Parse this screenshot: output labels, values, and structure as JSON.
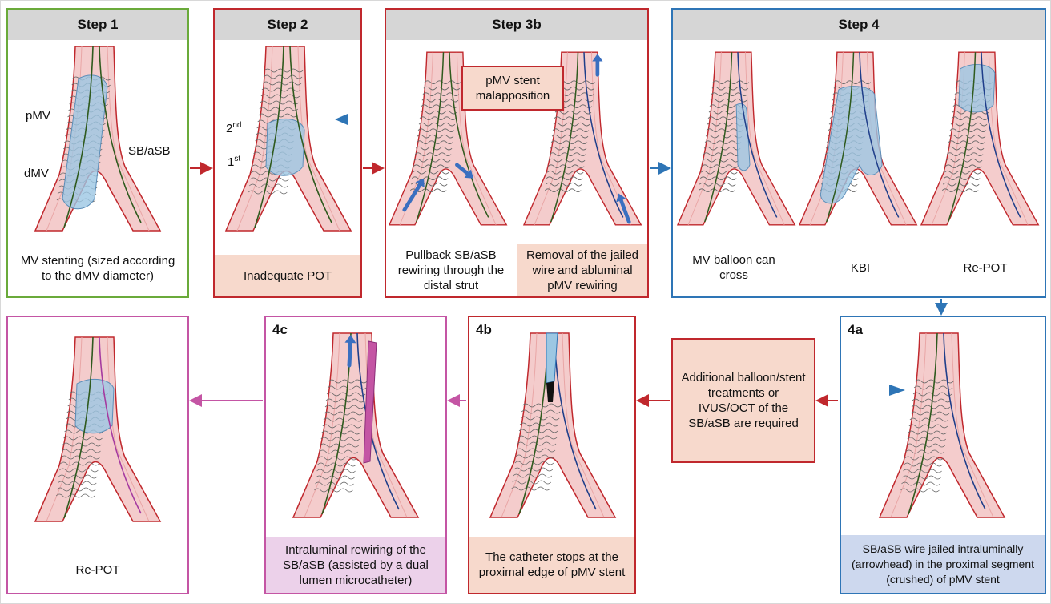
{
  "steps": {
    "step1": {
      "title": "Step 1",
      "caption": "MV stenting (sized according to the dMV diameter)",
      "labels": {
        "pmv": "pMV",
        "dmv": "dMV",
        "sb": "SB/aSB"
      }
    },
    "step2": {
      "title": "Step 2",
      "caption": "Inadequate POT",
      "labels": {
        "second": "2",
        "second_sup": "nd",
        "first": "1",
        "first_sup": "st"
      }
    },
    "step3b": {
      "title": "Step 3b",
      "callout": "pMV stent malapposition",
      "caption_left": "Pullback SB/aSB rewiring through the distal strut",
      "caption_right": "Removal of the jailed wire and abluminal pMV rewiring"
    },
    "step4": {
      "title": "Step 4",
      "caption_a": "MV balloon can cross",
      "caption_b": "KBI",
      "caption_c": "Re-POT"
    },
    "step4a": {
      "tag": "4a",
      "caption": "SB/aSB wire jailed intraluminally (arrowhead) in the proximal segment (crushed) of pMV stent"
    },
    "decision": {
      "text": "Additional balloon/stent treatments or IVUS/OCT of the SB/aSB are required"
    },
    "step4b": {
      "tag": "4b",
      "caption": "The catheter stops at the proximal edge of pMV stent"
    },
    "step4c": {
      "tag": "4c",
      "caption": "Intraluminal rewiring of the SB/aSB (assisted by a dual lumen microcatheter)"
    },
    "final": {
      "caption": "Re-POT"
    }
  },
  "colors": {
    "green": "#6aaa3a",
    "red": "#c0282d",
    "blue": "#2e75b6",
    "pink": "#c455a4",
    "salmon": "#f7d9cc",
    "lightblue": "#cdd8ee",
    "lightpink": "#ecd1ea",
    "vessel": "#f4cccc",
    "vessel_edge": "#c0282d",
    "balloon": "#9cc7e3"
  }
}
